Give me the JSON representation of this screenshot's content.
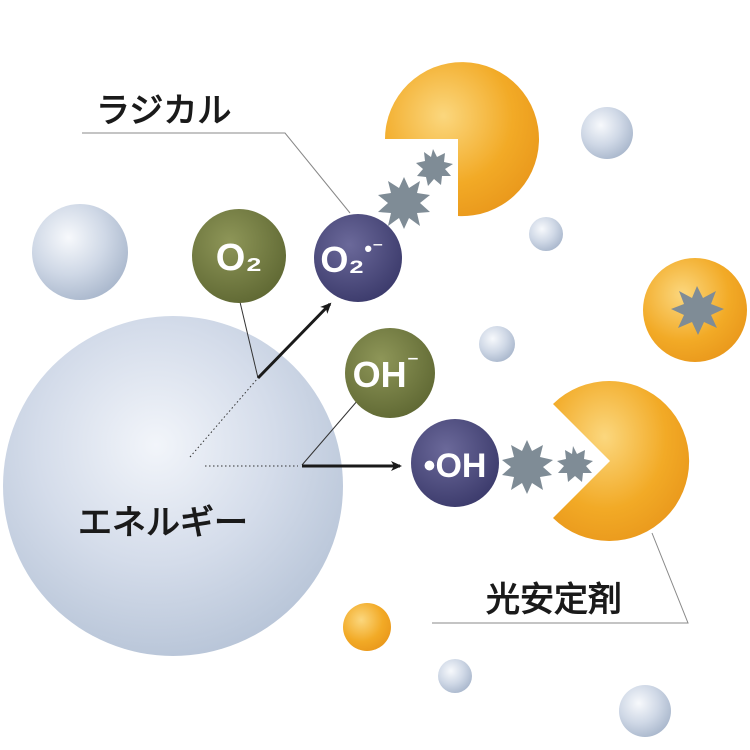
{
  "labels": {
    "radical": "ラジカル",
    "energy": "エネルギー",
    "light_stabilizer": "光安定剤"
  },
  "molecules": {
    "o2": "O₂",
    "o2_radical_base": "O₂",
    "o2_radical_charge": "•⁻",
    "oh_ion_base": "OH",
    "oh_ion_charge": "⁻",
    "oh_radical": "•OH"
  },
  "colors": {
    "energy_sphere": "#c5d0e0",
    "oxygen_molecule": "#6f7840",
    "radical_molecule": "#4c4a7e",
    "stabilizer": "#f1a51e",
    "debris": "#7f8c96",
    "arrow": "#1a1a1a"
  }
}
